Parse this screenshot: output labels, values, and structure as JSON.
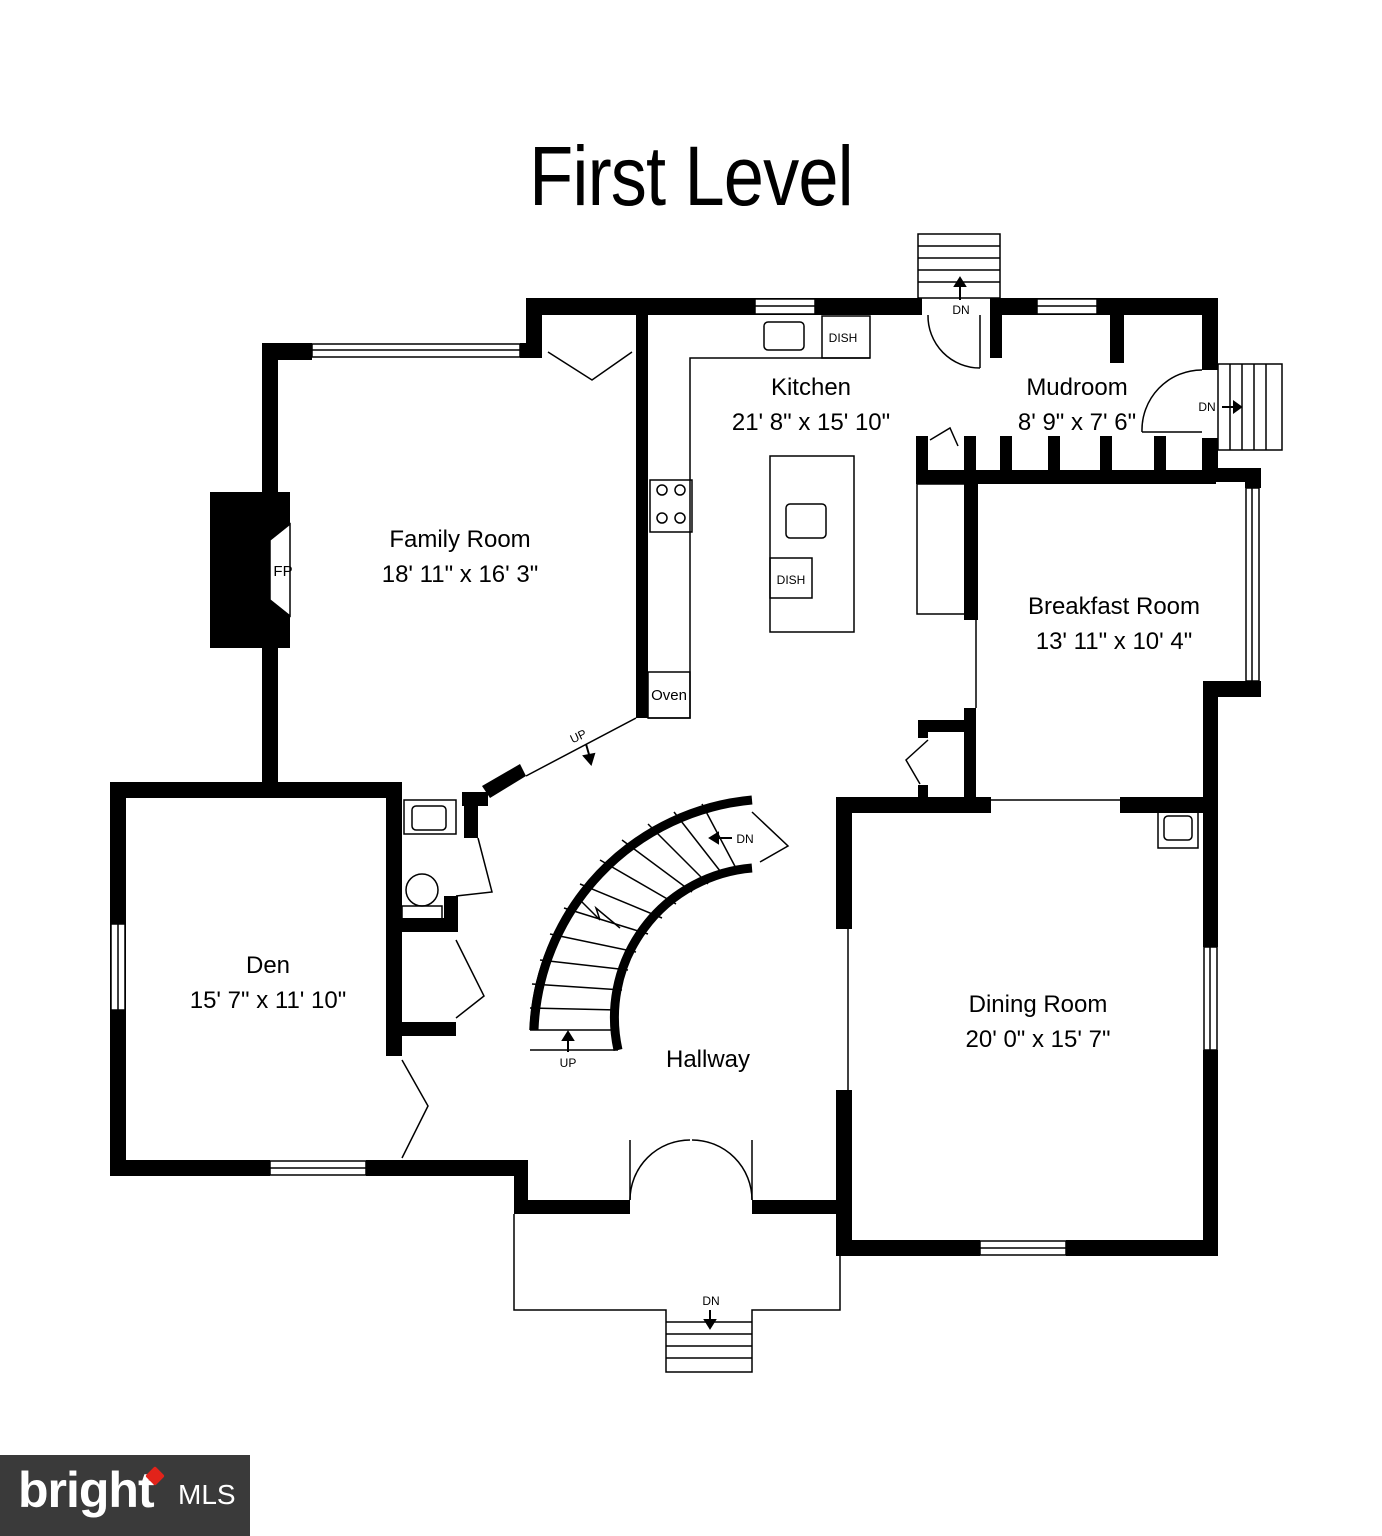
{
  "title": "First Level",
  "rooms": {
    "kitchen": {
      "name": "Kitchen",
      "dims": "21' 8\" x 15' 10\""
    },
    "mudroom": {
      "name": "Mudroom",
      "dims": "8' 9\" x 7' 6\""
    },
    "family": {
      "name": "Family Room",
      "dims": "18' 11\" x 16' 3\""
    },
    "breakfast": {
      "name": "Breakfast Room",
      "dims": "13' 11\" x 10' 4\""
    },
    "den": {
      "name": "Den",
      "dims": "15' 7\" x 11' 10\""
    },
    "dining": {
      "name": "Dining Room",
      "dims": "20' 0\" x 15' 7\""
    },
    "hallway": {
      "name": "Hallway"
    }
  },
  "fixtures": {
    "dish": "DISH",
    "oven": "Oven",
    "fireplace": "FP",
    "up": "UP",
    "down": "DN"
  },
  "logo": {
    "brand": "bright",
    "suffix": "MLS",
    "accent": "#e2231a",
    "background": "#3a3a3a"
  }
}
